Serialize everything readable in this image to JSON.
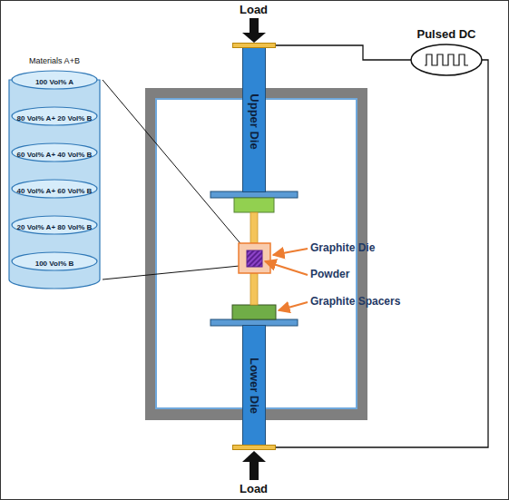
{
  "diagram": {
    "nodes": [
      {
        "text": [
          "Upper Die"
        ]
      },
      {
        "text": [
          "Pulsed DC"
        ]
      },
      {
        "text": [
          "Materials A+B"
        ]
      },
      {
        "text": [
          "100 Vol% A"
        ],
        "in": 2
      },
      {
        "text": [
          "80 Vol% A+ 20 Vol% B"
        ],
        "in": 2
      },
      {
        "text": [
          "60 Vol% A+ 40 Vol% B"
        ],
        "in": 2
      },
      {
        "text": [
          "40 Vol% A+ 60 Vol% B"
        ],
        "in": 2
      },
      {
        "text": [
          "20 Vol% A+ 80 Vol% B"
        ],
        "in": 2
      },
      {
        "text": [
          "100 Vol% B"
        ],
        "in": 2
      },
      {
        "text": [
          "Lower Die"
        ]
      }
    ],
    "edges": [
      {
        "from": 0,
        "to": 1,
        "arrow": "none"
      },
      {
        "from": 1,
        "to": 9,
        "arrow": "none"
      }
    ],
    "labels": [
      "Load",
      "Graphite Die",
      "Powder",
      "Graphite Spacers",
      "Load"
    ]
  }
}
